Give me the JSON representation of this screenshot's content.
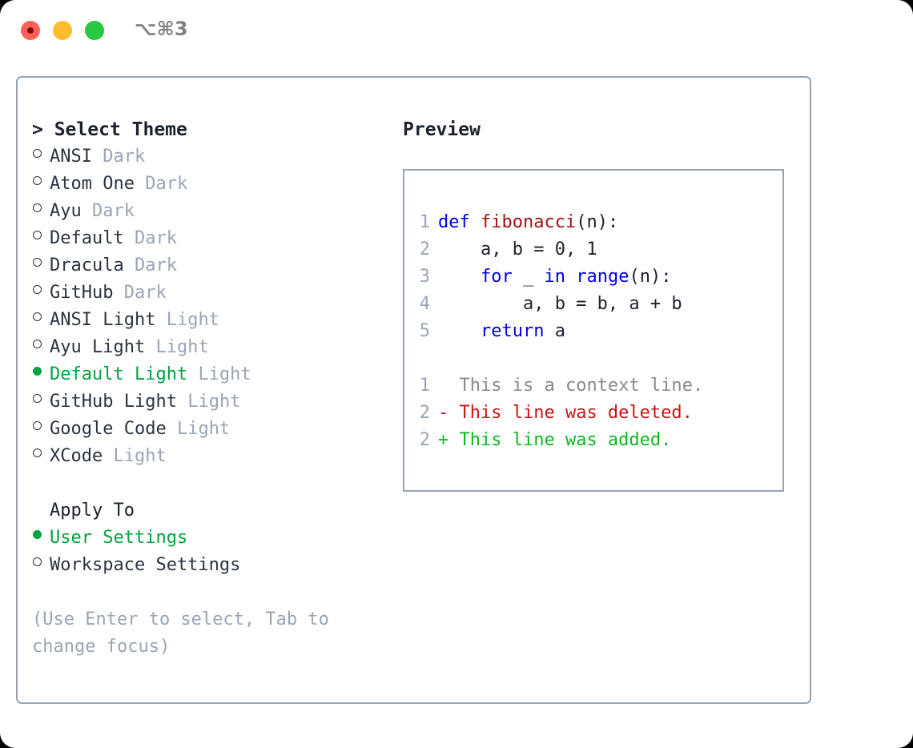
{
  "window": {
    "shortcut": "⌥⌘3",
    "traffic_lights": [
      {
        "name": "close-button",
        "color": "#ff6058"
      },
      {
        "name": "minimize-button",
        "color": "#ffbd2e"
      },
      {
        "name": "zoom-button",
        "color": "#26c93f"
      }
    ]
  },
  "colors": {
    "accent_selected": "#00a33f",
    "text_primary": "#2b3440",
    "text_muted": "#9aa5b5",
    "border": "#97a3b5",
    "keyword": "#0000ee",
    "function": "#a01318",
    "diff_added": "#10b820",
    "diff_deleted": "#c81414",
    "diff_context": "#8a8a8a"
  },
  "theme_panel": {
    "caret": "> ",
    "header": "Select Theme",
    "items": [
      {
        "label": "ANSI",
        "tag": "Dark",
        "selected": false
      },
      {
        "label": "Atom One",
        "tag": "Dark",
        "selected": false
      },
      {
        "label": "Ayu",
        "tag": "Dark",
        "selected": false
      },
      {
        "label": "Default",
        "tag": "Dark",
        "selected": false
      },
      {
        "label": "Dracula",
        "tag": "Dark",
        "selected": false
      },
      {
        "label": "GitHub",
        "tag": "Dark",
        "selected": false
      },
      {
        "label": "ANSI Light",
        "tag": "Light",
        "selected": false
      },
      {
        "label": "Ayu Light",
        "tag": "Light",
        "selected": false
      },
      {
        "label": "Default Light",
        "tag": "Light",
        "selected": true
      },
      {
        "label": "GitHub Light",
        "tag": "Light",
        "selected": false
      },
      {
        "label": "Google Code",
        "tag": "Light",
        "selected": false
      },
      {
        "label": "XCode",
        "tag": "Light",
        "selected": false
      }
    ]
  },
  "apply_to": {
    "header": "Apply To",
    "items": [
      {
        "label": "User Settings",
        "selected": true
      },
      {
        "label": "Workspace Settings",
        "selected": false
      }
    ]
  },
  "hint": "(Use Enter to select, Tab to change focus)",
  "preview": {
    "title": "Preview",
    "code_lines": [
      {
        "num": "1",
        "tokens": [
          {
            "t": "def ",
            "c": "kw"
          },
          {
            "t": "fibonacci",
            "c": "fn"
          },
          {
            "t": "(n):",
            "c": "plain"
          }
        ]
      },
      {
        "num": "2",
        "tokens": [
          {
            "t": "    a, b = 0, 1",
            "c": "plain"
          }
        ]
      },
      {
        "num": "3",
        "tokens": [
          {
            "t": "    ",
            "c": "plain"
          },
          {
            "t": "for",
            "c": "kw"
          },
          {
            "t": " _ ",
            "c": "plain"
          },
          {
            "t": "in",
            "c": "kw"
          },
          {
            "t": " ",
            "c": "plain"
          },
          {
            "t": "range",
            "c": "kw"
          },
          {
            "t": "(n):",
            "c": "plain"
          }
        ]
      },
      {
        "num": "4",
        "tokens": [
          {
            "t": "        a, b = b, a + b",
            "c": "plain"
          }
        ]
      },
      {
        "num": "5",
        "tokens": [
          {
            "t": "    ",
            "c": "plain"
          },
          {
            "t": "return",
            "c": "kw"
          },
          {
            "t": " a",
            "c": "plain"
          }
        ]
      }
    ],
    "diff_lines": [
      {
        "num": "1",
        "marker": "  ",
        "text": "This is a context line.",
        "kind": "ctx"
      },
      {
        "num": "2",
        "marker": "- ",
        "text": "This line was deleted.",
        "kind": "del"
      },
      {
        "num": "2",
        "marker": "+ ",
        "text": "This line was added.",
        "kind": "add"
      }
    ]
  }
}
